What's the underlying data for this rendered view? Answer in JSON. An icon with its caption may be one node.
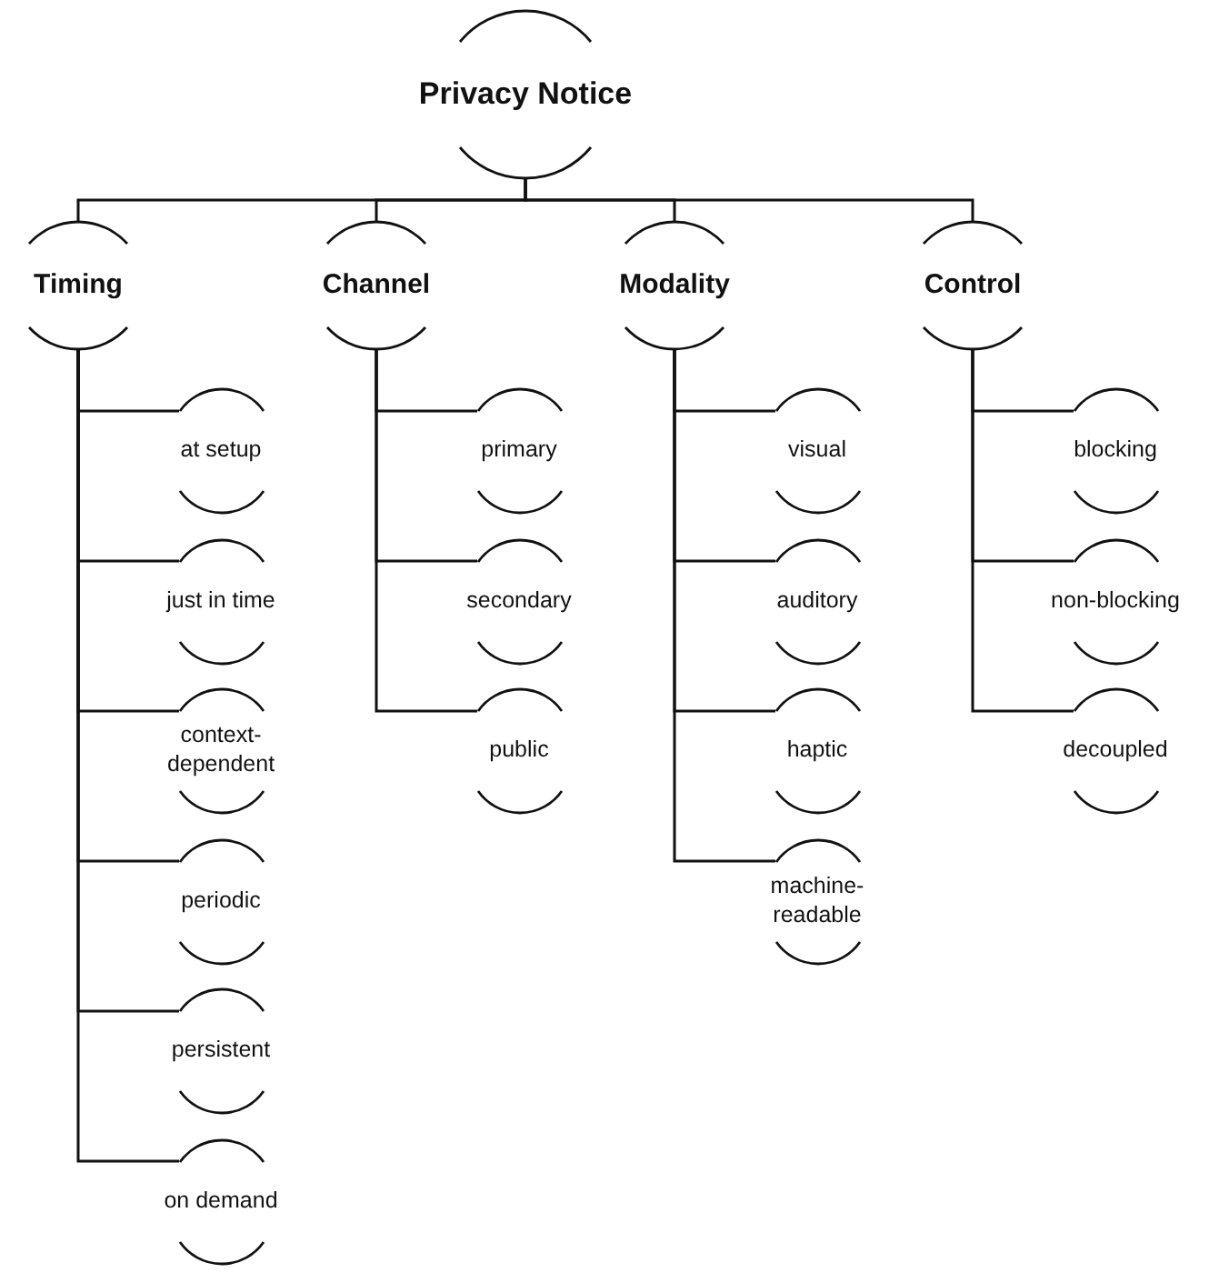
{
  "diagram": {
    "nodes": [
      {
        "text": [
          "Privacy Notice"
        ]
      },
      {
        "text": [
          "Timing"
        ]
      },
      {
        "text": [
          "Channel"
        ]
      },
      {
        "text": [
          "Modality"
        ]
      },
      {
        "text": [
          "Control"
        ]
      },
      {
        "text": [
          "at setup"
        ]
      },
      {
        "text": [
          "just in time"
        ]
      },
      {
        "text": [
          "context-dependent"
        ]
      },
      {
        "text": [
          "periodic"
        ]
      },
      {
        "text": [
          "persistent"
        ]
      },
      {
        "text": [
          "on demand"
        ]
      },
      {
        "text": [
          "primary"
        ]
      },
      {
        "text": [
          "secondary"
        ]
      },
      {
        "text": [
          "public"
        ]
      },
      {
        "text": [
          "visual"
        ]
      },
      {
        "text": [
          "auditory"
        ]
      },
      {
        "text": [
          "haptic"
        ]
      },
      {
        "text": [
          "machine-readable"
        ]
      },
      {
        "text": [
          "blocking"
        ]
      },
      {
        "text": [
          "non-blocking"
        ]
      },
      {
        "text": [
          "decoupled"
        ]
      }
    ],
    "edges": [
      {
        "from": 0,
        "to": 1,
        "arrow": "none"
      },
      {
        "from": 0,
        "to": 2,
        "arrow": "none"
      },
      {
        "from": 0,
        "to": 3,
        "arrow": "none"
      },
      {
        "from": 0,
        "to": 4,
        "arrow": "none"
      },
      {
        "from": 1,
        "to": 5,
        "arrow": "none"
      },
      {
        "from": 1,
        "to": 6,
        "arrow": "none"
      },
      {
        "from": 1,
        "to": 7,
        "arrow": "none"
      },
      {
        "from": 1,
        "to": 8,
        "arrow": "none"
      },
      {
        "from": 1,
        "to": 9,
        "arrow": "none"
      },
      {
        "from": 1,
        "to": 10,
        "arrow": "none"
      },
      {
        "from": 2,
        "to": 11,
        "arrow": "none"
      },
      {
        "from": 2,
        "to": 12,
        "arrow": "none"
      },
      {
        "from": 2,
        "to": 13,
        "arrow": "none"
      },
      {
        "from": 3,
        "to": 14,
        "arrow": "none"
      },
      {
        "from": 3,
        "to": 15,
        "arrow": "none"
      },
      {
        "from": 3,
        "to": 16,
        "arrow": "none"
      },
      {
        "from": 3,
        "to": 17,
        "arrow": "none"
      },
      {
        "from": 4,
        "to": 18,
        "arrow": "none"
      },
      {
        "from": 4,
        "to": 19,
        "arrow": "none"
      },
      {
        "from": 4,
        "to": 20,
        "arrow": "none"
      }
    ]
  }
}
